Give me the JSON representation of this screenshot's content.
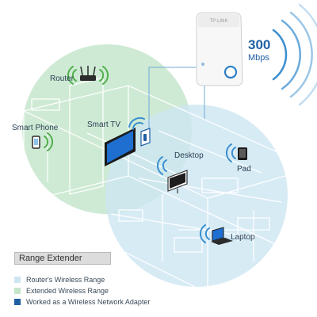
{
  "product": {
    "brand_text": "TP-LINK",
    "speed_value": "300",
    "speed_unit": "Mbps"
  },
  "devices": {
    "router": "Router",
    "smart_phone": "Smart Phone",
    "smart_tv": "Smart TV",
    "desktop": "Desktop",
    "pad": "Pad",
    "laptop": "Laptop"
  },
  "title": "Range Extender",
  "legend": [
    {
      "label": "Router's Wireless Range",
      "color": "#cde6f2"
    },
    {
      "label": "Extended Wireless Range",
      "color": "#c6e6cc"
    },
    {
      "label": "Worked as a Wireless Network Adapter",
      "color": "#1f5fa3"
    }
  ],
  "colors": {
    "router_range": "#cde6f2",
    "extended_range": "#c6e6cc",
    "adapter": "#1f5fa3",
    "wifi_green": "#4fb04a",
    "wifi_blue": "#3a8fd0"
  }
}
